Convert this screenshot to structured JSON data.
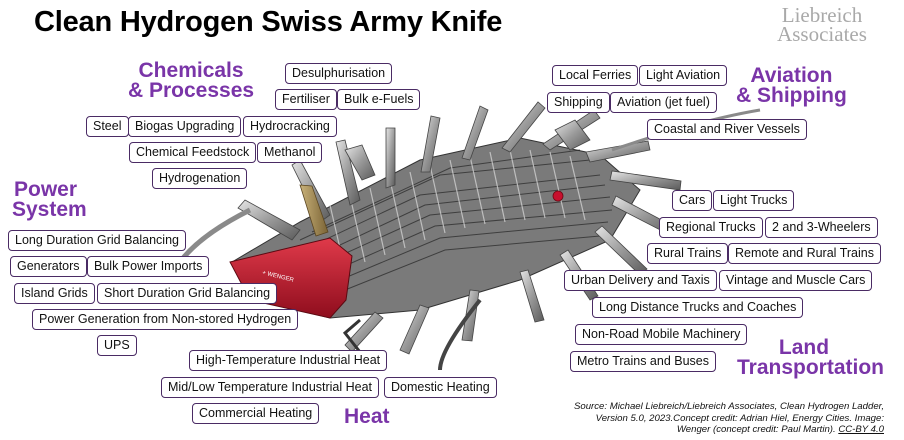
{
  "title": "Clean Hydrogen Swiss Army Knife",
  "logo": {
    "line1": "Liebreich",
    "line2": "Associates"
  },
  "categories": {
    "chemicals": {
      "line1": "Chemicals",
      "line2": "& Processes"
    },
    "power": {
      "line1": "Power",
      "line2": "System"
    },
    "aviation": {
      "line1": "Aviation",
      "line2": "& Shipping"
    },
    "land": {
      "line1": "Land",
      "line2": "Transportation"
    },
    "heat": {
      "line1": "Heat"
    }
  },
  "chemicals": [
    "Desulphurisation",
    "Fertiliser",
    "Bulk e-Fuels",
    "Steel",
    "Biogas Upgrading",
    "Hydrocracking",
    "Chemical Feedstock",
    "Methanol",
    "Hydrogenation"
  ],
  "power": [
    "Long Duration Grid Balancing",
    "Generators",
    "Bulk Power Imports",
    "Island Grids",
    "Short Duration Grid Balancing",
    "Power Generation from Non-stored Hydrogen",
    "UPS"
  ],
  "heat": [
    "High-Temperature Industrial Heat",
    "Mid/Low Temperature Industrial Heat",
    "Domestic Heating",
    "Commercial Heating"
  ],
  "aviation": [
    "Local Ferries",
    "Light Aviation",
    "Shipping",
    "Aviation (jet fuel)",
    "Coastal and River Vessels"
  ],
  "land": [
    "Cars",
    "Light Trucks",
    "Regional Trucks",
    "2 and 3-Wheelers",
    "Rural Trains",
    "Remote and Rural Trains",
    "Urban Delivery and Taxis",
    "Vintage and Muscle Cars",
    "Long Distance Trucks and Coaches",
    "Non-Road Mobile Machinery",
    "Metro Trains and Buses"
  ],
  "source": {
    "line1": "Source: Michael Liebreich/Liebreich Associates, Clean Hydrogen Ladder,",
    "line2": "Version 5.0, 2023.Concept credit: Adrian Hiel, Energy Cities. Image:",
    "line3": "Wenger (concept credit: Paul Martin).",
    "license": "CC-BY 4.0"
  },
  "colors": {
    "accent": "#7a35a8",
    "border": "#4a2b64",
    "knife_red": "#c8102e"
  }
}
